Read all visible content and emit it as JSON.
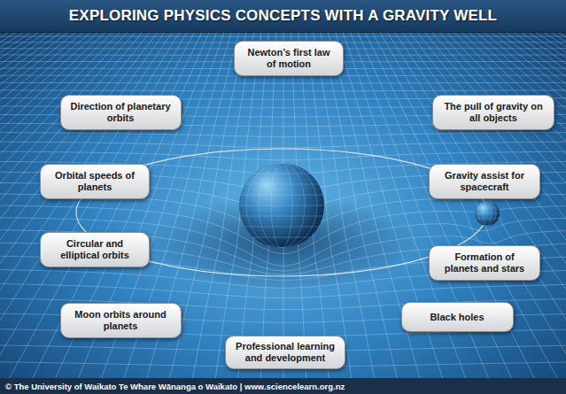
{
  "diagram": {
    "title": "EXPLORING PHYSICS CONCEPTS WITH A GRAVITY WELL",
    "nodes": [
      {
        "text": [
          "Newton’s first law of motion"
        ]
      },
      {
        "text": [
          "Direction of planetary orbits"
        ]
      },
      {
        "text": [
          "The pull of gravity on all objects"
        ]
      },
      {
        "text": [
          "Orbital speeds of planets"
        ]
      },
      {
        "text": [
          "Gravity assist for spacecraft"
        ]
      },
      {
        "text": [
          "Circular and elliptical orbits"
        ]
      },
      {
        "text": [
          "Formation of planets and stars"
        ]
      },
      {
        "text": [
          "Moon orbits around planets"
        ]
      },
      {
        "text": [
          "Black holes"
        ]
      },
      {
        "text": [
          "Professional learning and development"
        ]
      }
    ],
    "labels": [
      "© The University of Waikato Te Whare Wānanga o Waikato | www.sciencelearn.org.nz"
    ]
  }
}
